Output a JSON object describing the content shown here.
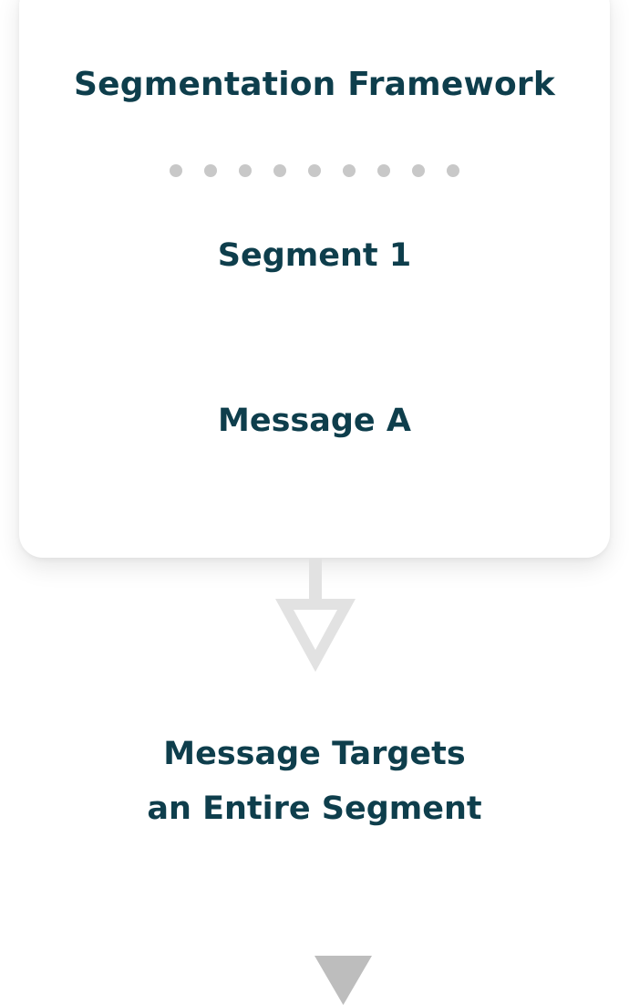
{
  "diagram": {
    "title": "Segmentation Framework",
    "dot_count": 9,
    "segment_label": "Segment 1",
    "message_label": "Message A",
    "result_lines": [
      "Message Targets",
      "an Entire Segment"
    ]
  },
  "colors": {
    "text": "#0e3e4c",
    "dots": "#c8c8c8",
    "connector_arrow": "#e2e2e2",
    "next_arrow": "#bdbdbd",
    "card_background": "#ffffff"
  },
  "icons": {
    "connector": "hollow-down-arrow-icon",
    "next": "solid-down-triangle-icon"
  }
}
